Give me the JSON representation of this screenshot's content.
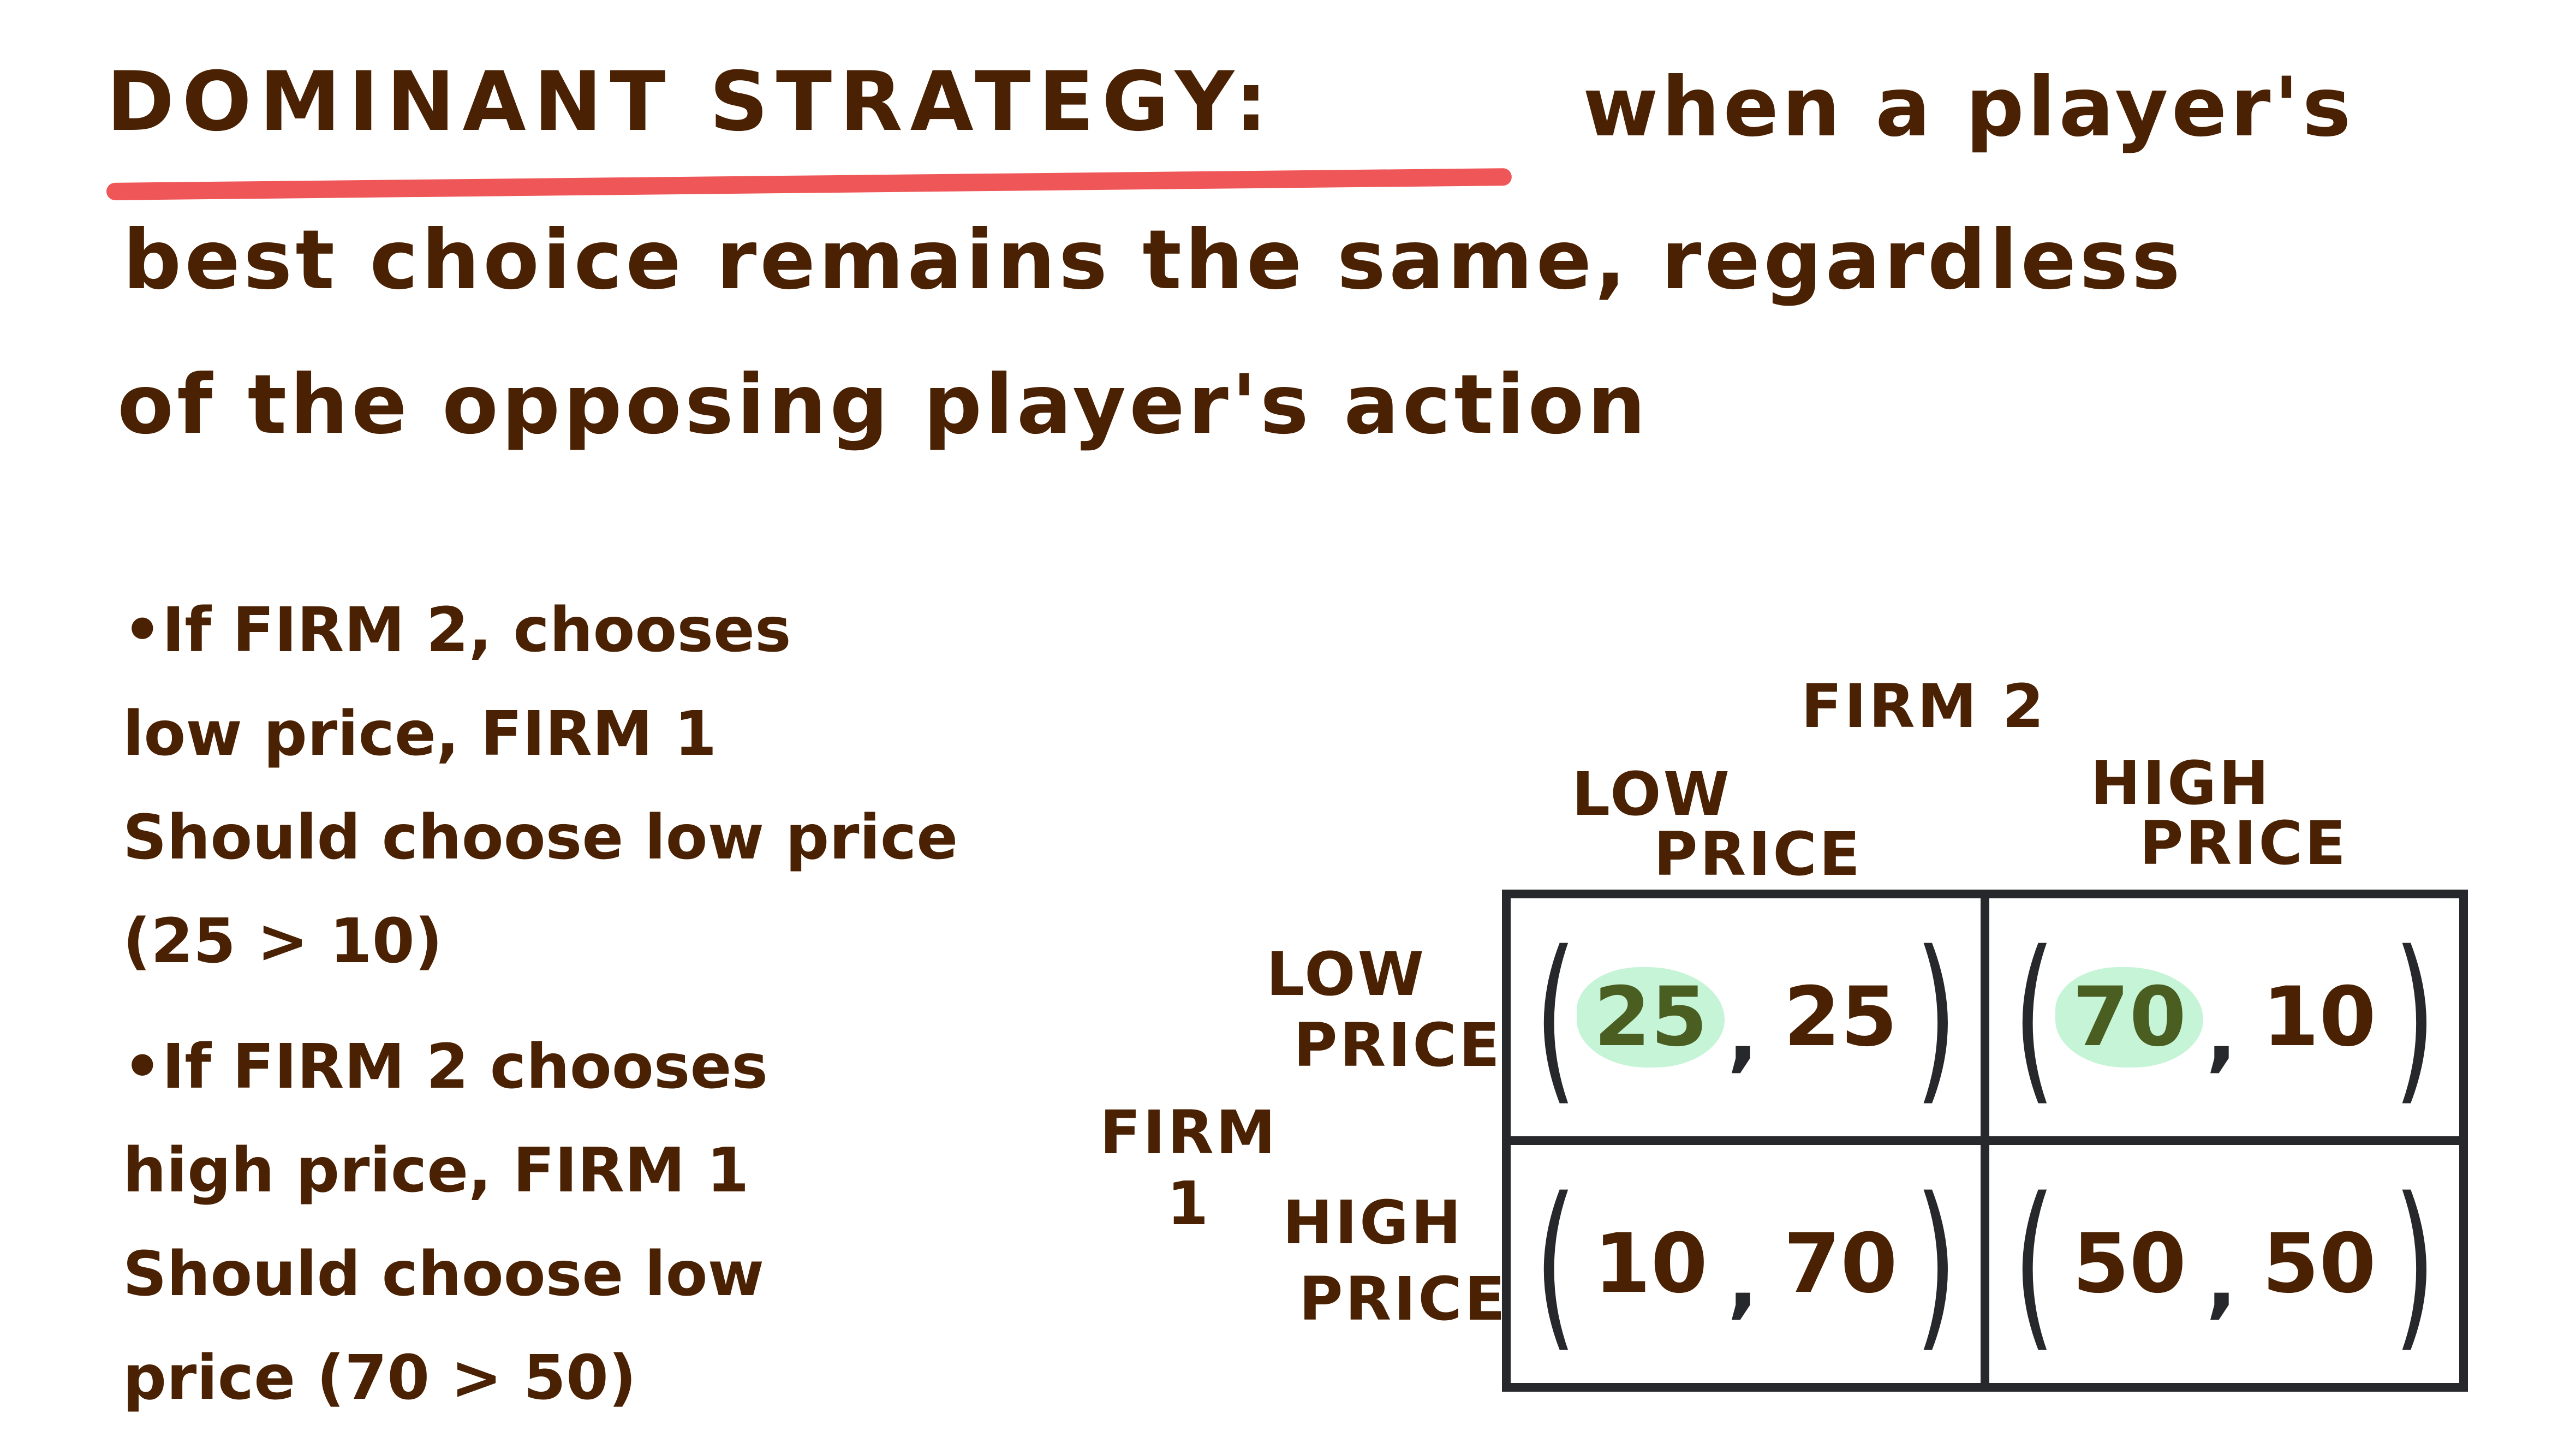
{
  "definition": {
    "term": "DOMINANT STRATEGY:",
    "line1_rest": "when a player's",
    "line2": "best choice remains the same, regardless",
    "line3": "of the opposing player's action",
    "underline_color": "#ef5657",
    "text_color": "#4a2203"
  },
  "bullets": [
    {
      "lines": [
        "•If FIRM 2, chooses",
        "low price, FIRM 1",
        "Should choose low price",
        "(25 > 10)"
      ]
    },
    {
      "lines": [
        "•If FIRM 2 chooses",
        "high price, FIRM 1",
        "Should choose low",
        "price (70 > 50)"
      ]
    }
  ],
  "matrix": {
    "column_player": "FIRM 2",
    "row_player": "FIRM 1",
    "row_player_lines": [
      "FIRM",
      "1"
    ],
    "columns": [
      {
        "label_lines": [
          "LOW",
          "PRICE"
        ]
      },
      {
        "label_lines": [
          "HIGH",
          "PRICE"
        ]
      }
    ],
    "rows": [
      {
        "label_lines": [
          "LOW",
          "PRICE"
        ]
      },
      {
        "label_lines": [
          "HIGH",
          "PRICE"
        ]
      }
    ],
    "cells": [
      [
        {
          "firm1": "25",
          "firm2": "25",
          "firm1_highlighted": true
        },
        {
          "firm1": "70",
          "firm2": "10",
          "firm1_highlighted": true
        }
      ],
      [
        {
          "firm1": "10",
          "firm2": "70",
          "firm1_highlighted": false
        },
        {
          "firm1": "50",
          "firm2": "50",
          "firm1_highlighted": false
        }
      ]
    ],
    "paren_open": "(",
    "paren_close": ")",
    "comma": ",",
    "highlight_color": "#c5f4d6",
    "highlight_text_color": "#4b5e22",
    "grid_color": "#27282c"
  }
}
